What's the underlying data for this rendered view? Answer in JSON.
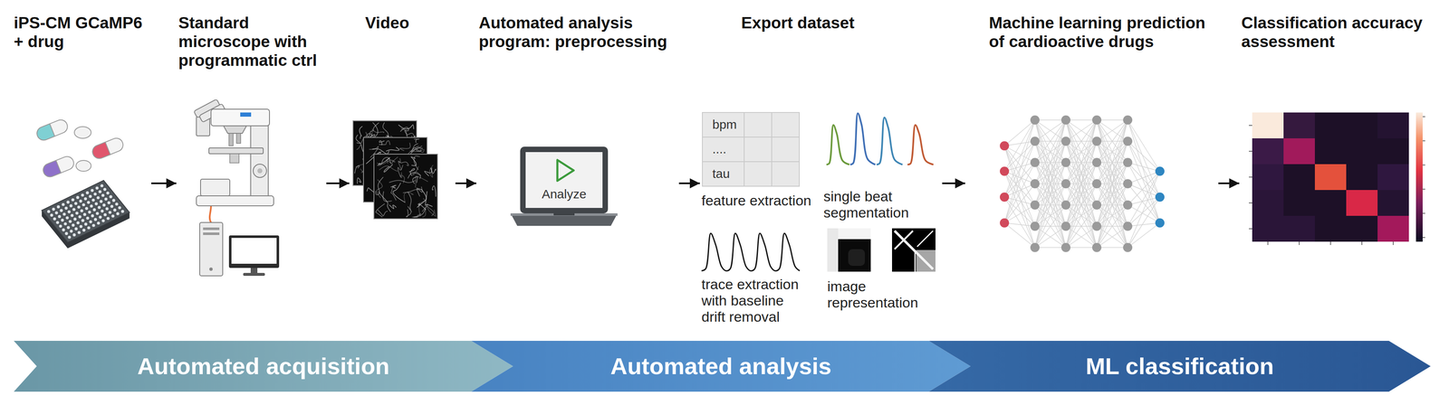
{
  "diagram": {
    "nodes": [
      {
        "text": [
          "iPS-CM GCaMP6 + drug"
        ]
      },
      {
        "text": [
          "Standard microscope with programmatic ctrl"
        ]
      },
      {
        "text": [
          "Video"
        ]
      },
      {
        "text": [
          "Automated analysis program: preprocessing"
        ]
      },
      {
        "text": [
          "Analyze"
        ],
        "in": 3
      },
      {
        "text": [
          "Export dataset",
          "feature extraction",
          "single beat segmentation",
          "trace extraction with baseline drift removal",
          "image representation"
        ]
      },
      {
        "text": [
          "bpm",
          "....",
          "tau"
        ],
        "in": 5
      },
      {
        "text": [
          "Machine learning prediction of cardioactive drugs"
        ]
      },
      {
        "text": [
          "Classification accuracy assessment"
        ]
      },
      {
        "text": [
          "Automated acquisition"
        ]
      },
      {
        "text": [
          "Automated analysis"
        ]
      },
      {
        "text": [
          "ML classification"
        ]
      }
    ],
    "edges": [
      {
        "from": 0,
        "to": 1,
        "arrow": "to"
      },
      {
        "from": 1,
        "to": 2,
        "arrow": "to"
      },
      {
        "from": 2,
        "to": 3,
        "arrow": "to"
      },
      {
        "from": 3,
        "to": 5,
        "arrow": "to"
      },
      {
        "from": 5,
        "to": 7,
        "arrow": "to"
      },
      {
        "from": 7,
        "to": 8,
        "arrow": "to"
      }
    ]
  }
}
